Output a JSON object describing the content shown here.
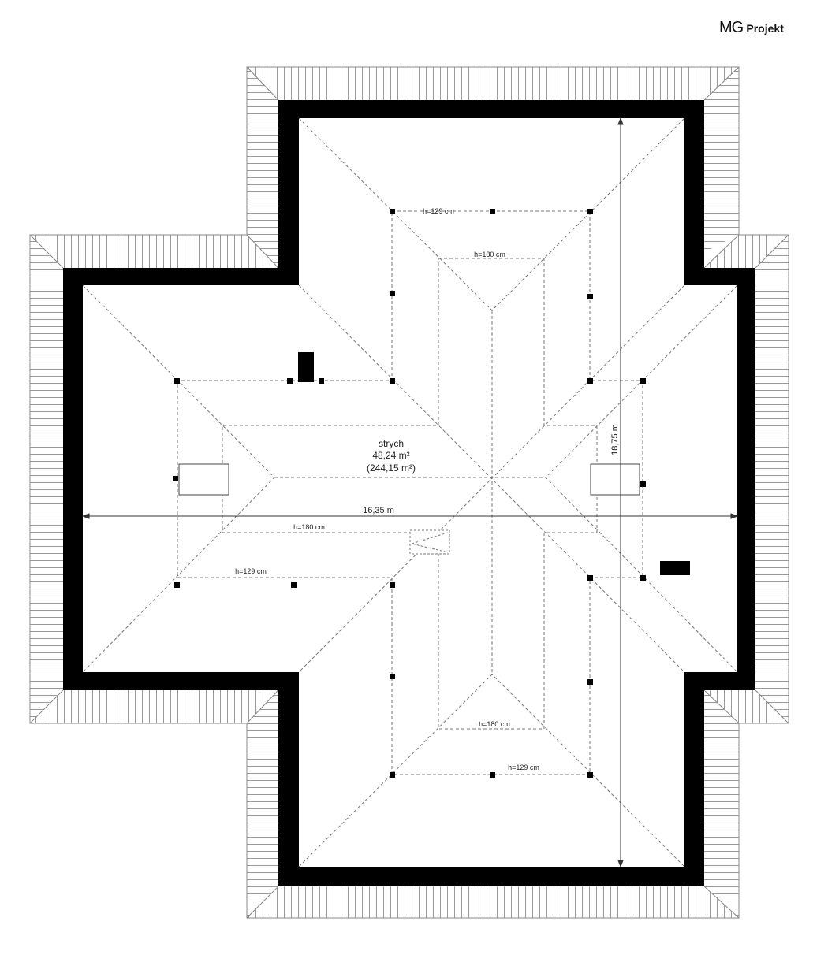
{
  "logo": {
    "brand": "MG",
    "suffix": "Projekt"
  },
  "room": {
    "name": "strych",
    "area": "48,24 m²",
    "area_total": "(244,15 m²)"
  },
  "dimensions": {
    "width": "16,35 m",
    "length": "18,75 m"
  },
  "heights": {
    "h129": "h=129 cm",
    "h180": "h=180 cm"
  }
}
